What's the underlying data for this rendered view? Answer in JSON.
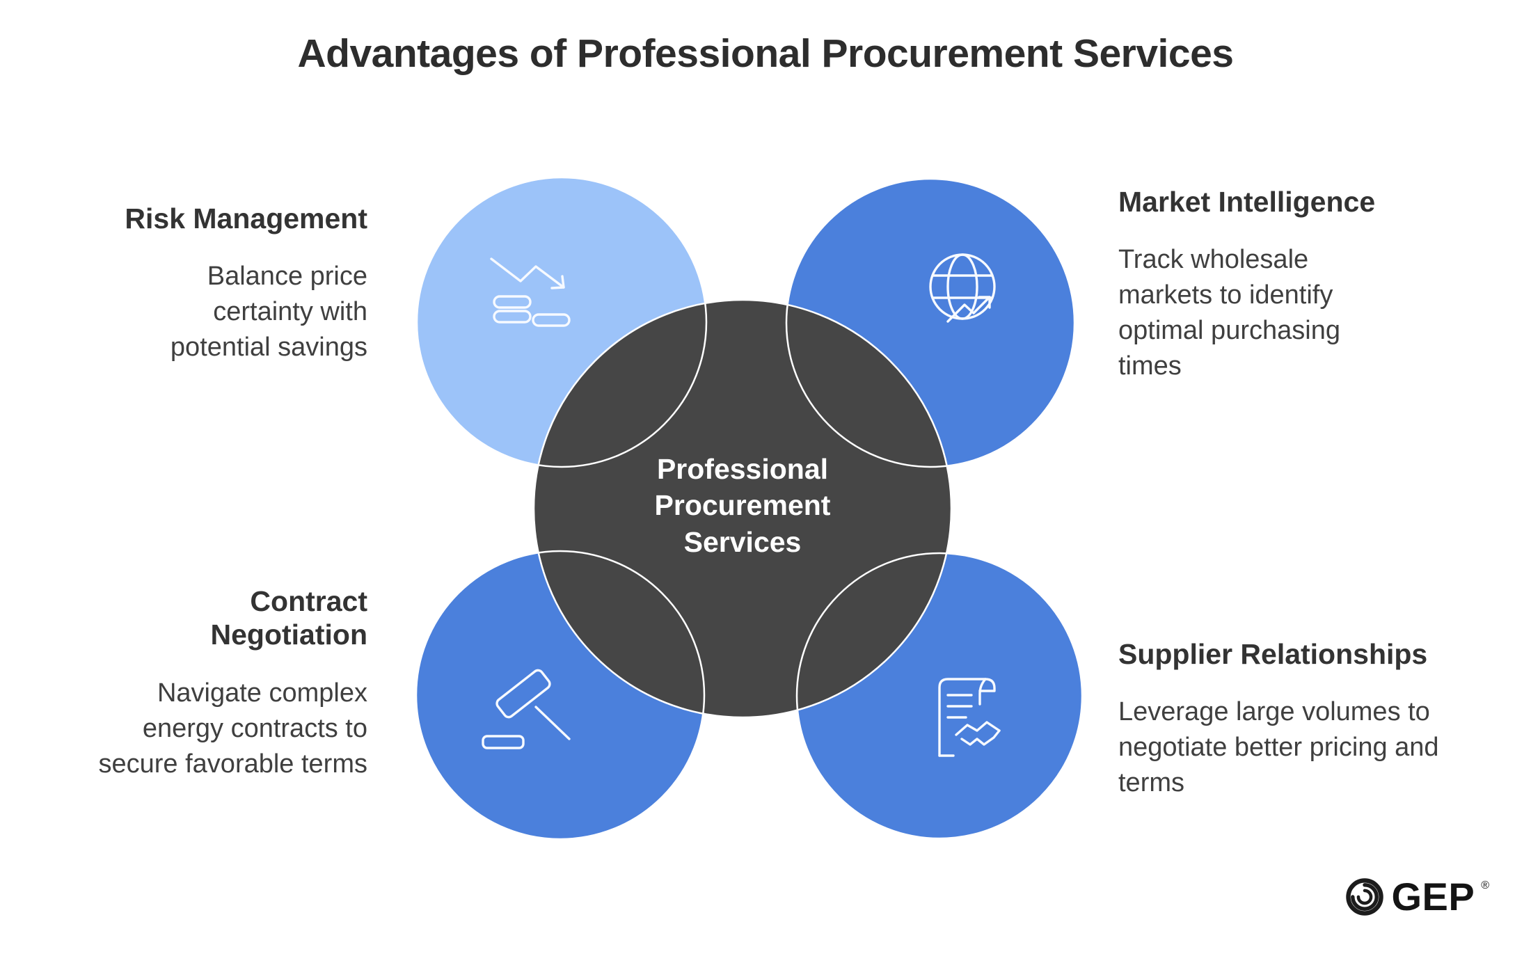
{
  "title": "Advantages of Professional Procurement Services",
  "center_label": "Professional\nProcurement\nServices",
  "colors": {
    "light_blue": "#9CC3F9",
    "blue": "#4B80DC",
    "dark": "#464646",
    "white": "#ffffff",
    "heading_text": "#333333",
    "body_text": "#3f3f3f"
  },
  "quadrants": [
    {
      "id": "risk-management",
      "heading": "Risk Management",
      "body": "Balance price certainty with potential savings",
      "icon": "declining-coins-icon"
    },
    {
      "id": "market-intelligence",
      "heading": "Market Intelligence",
      "body": "Track wholesale markets to identify optimal purchasing times",
      "icon": "globe-trend-icon"
    },
    {
      "id": "contract-negotiation",
      "heading": "Contract Negotiation",
      "body": "Navigate complex energy contracts to secure favorable terms",
      "icon": "gavel-icon"
    },
    {
      "id": "supplier-relationships",
      "heading": "Supplier Relationships",
      "body": "Leverage large volumes to negotiate better pricing and terms",
      "icon": "contract-handshake-icon"
    }
  ],
  "logo": {
    "text": "GEP",
    "registered": "®"
  }
}
